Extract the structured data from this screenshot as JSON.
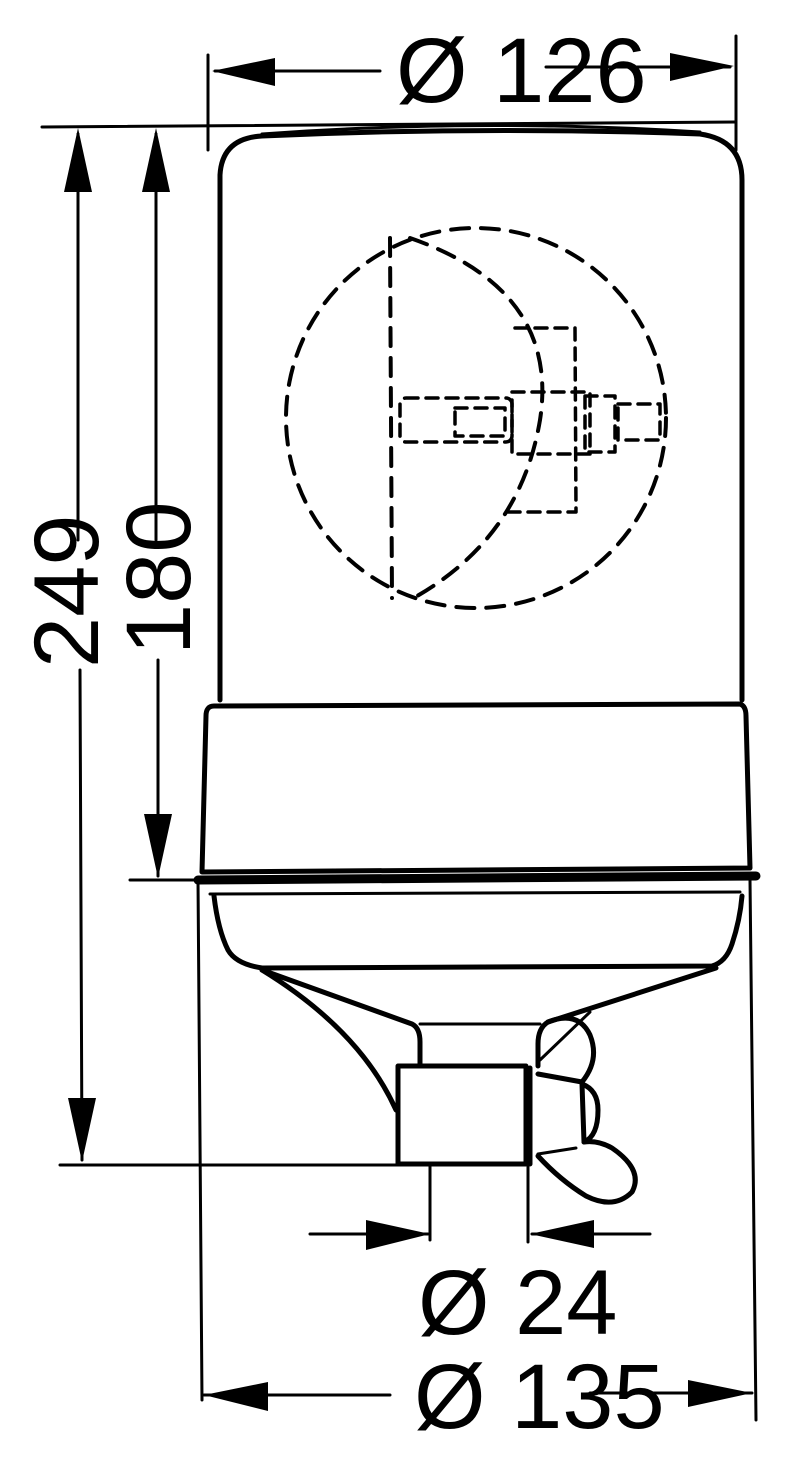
{
  "drawing": {
    "subject": "Rotating beacon dimension drawing",
    "units": "mm",
    "colors": {
      "line": "#000000",
      "background": "#ffffff"
    },
    "dimensions": {
      "top_diameter": "Ø 126",
      "overall_height": "249",
      "dome_height": "180",
      "mount_diameter": "Ø 24",
      "base_diameter": "Ø 135"
    }
  }
}
